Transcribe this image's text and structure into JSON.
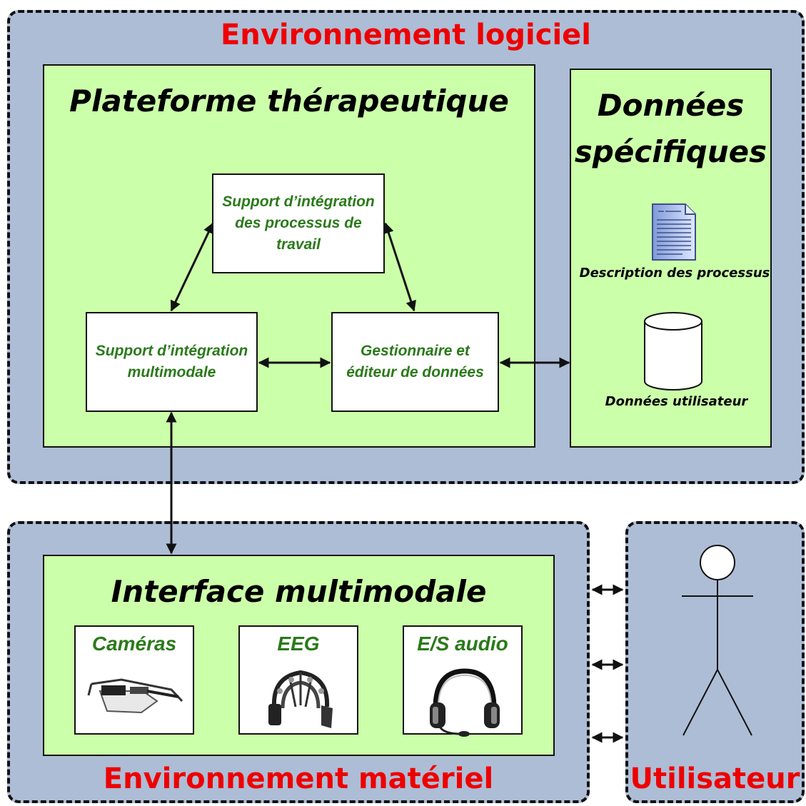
{
  "software_env": {
    "title": "Environnement logiciel"
  },
  "platform": {
    "title": "Plateforme thérapeutique",
    "work_process": "Support d’intégration des processus de travail",
    "multimodal_support": "Support d’intégration multimodale",
    "data_manager": "Gestionnaire et éditeur de données"
  },
  "specific_data": {
    "title_line1": "Données",
    "title_line2": "spécifiques",
    "doc_icon": "document-icon",
    "doc_label": "Description des processus",
    "db_icon": "database-icon",
    "db_label": "Données utilisateur"
  },
  "hardware_env": {
    "title": "Environnement matériel"
  },
  "interface": {
    "title": "Interface multimodale",
    "devices": [
      {
        "label": "Caméras",
        "icon": "camera-glasses-icon"
      },
      {
        "label": "EEG",
        "icon": "eeg-headset-icon"
      },
      {
        "label": "E/S audio",
        "icon": "audio-headset-icon"
      }
    ]
  },
  "user": {
    "title": "Utilisateur",
    "icon": "stick-figure-icon"
  },
  "colors": {
    "env_bg": "#adbdd6",
    "green_bg": "#ccffaa",
    "red_title": "#ee0000",
    "green_text": "#2a7a1a"
  }
}
